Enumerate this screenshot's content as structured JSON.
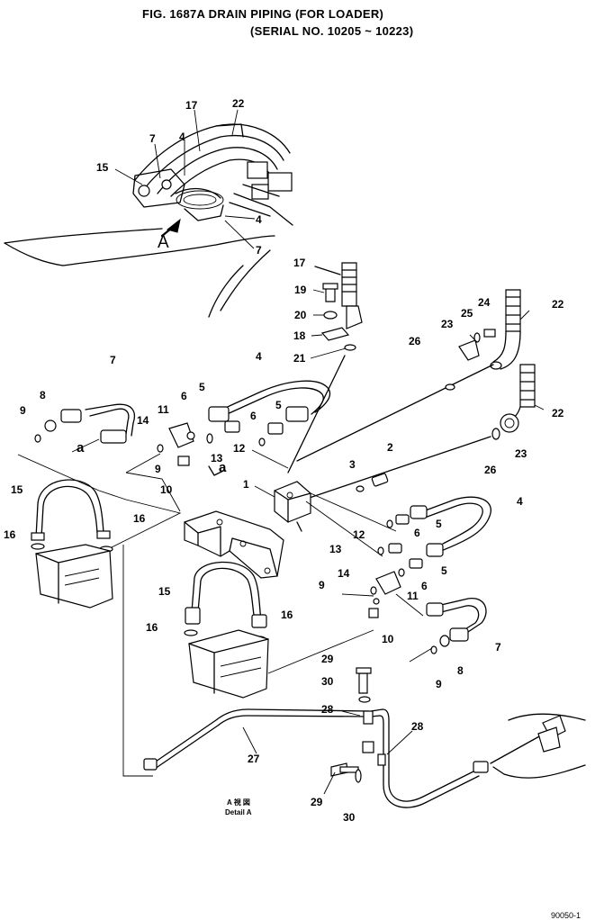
{
  "title": {
    "line1": "FIG. 1687A   DRAIN PIPING (FOR LOADER)",
    "line2": "(SERIAL NO. 10205 ~ 10223)"
  },
  "detail": {
    "line1": "A  視  図",
    "line2": "Detail  A"
  },
  "view_letter_big": "A",
  "view_letter_small": "a",
  "page_code": "90050-1",
  "callouts": {
    "c17a": "17",
    "c22a": "22",
    "c7a": "7",
    "c4a": "4",
    "c15a": "15",
    "c4b": "4",
    "c7b": "7",
    "c17b": "17",
    "c19": "19",
    "c20": "20",
    "c18": "18",
    "c21": "21",
    "c22b": "22",
    "c24": "24",
    "c25": "25",
    "c23a": "23",
    "c26a": "26",
    "c22c": "22",
    "c26b": "26",
    "c23b": "23",
    "c7c": "7",
    "c4c": "4",
    "c8a": "8",
    "c9a": "9",
    "c14a": "14",
    "c11a": "11",
    "c6a": "6",
    "c5a": "5",
    "c6b": "6",
    "c5b": "5",
    "c12a": "12",
    "c9b": "9",
    "c13a": "13",
    "c10a": "10",
    "c3": "3",
    "c2": "2",
    "c1": "1",
    "c15b": "15",
    "c16a": "16",
    "c16b": "16",
    "c4d": "4",
    "c5c": "5",
    "c6c": "6",
    "c12b": "12",
    "c13b": "13",
    "c5d": "5",
    "c14b": "14",
    "c6d": "6",
    "c9c": "9",
    "c11b": "11",
    "c10b": "10",
    "c15c": "15",
    "c16c": "16",
    "c16d": "16",
    "c7d": "7",
    "c8b": "8",
    "c9d": "9",
    "c29a": "29",
    "c30a": "30",
    "c28a": "28",
    "c28b": "28",
    "c27": "27",
    "c29b": "29",
    "c30b": "30"
  }
}
